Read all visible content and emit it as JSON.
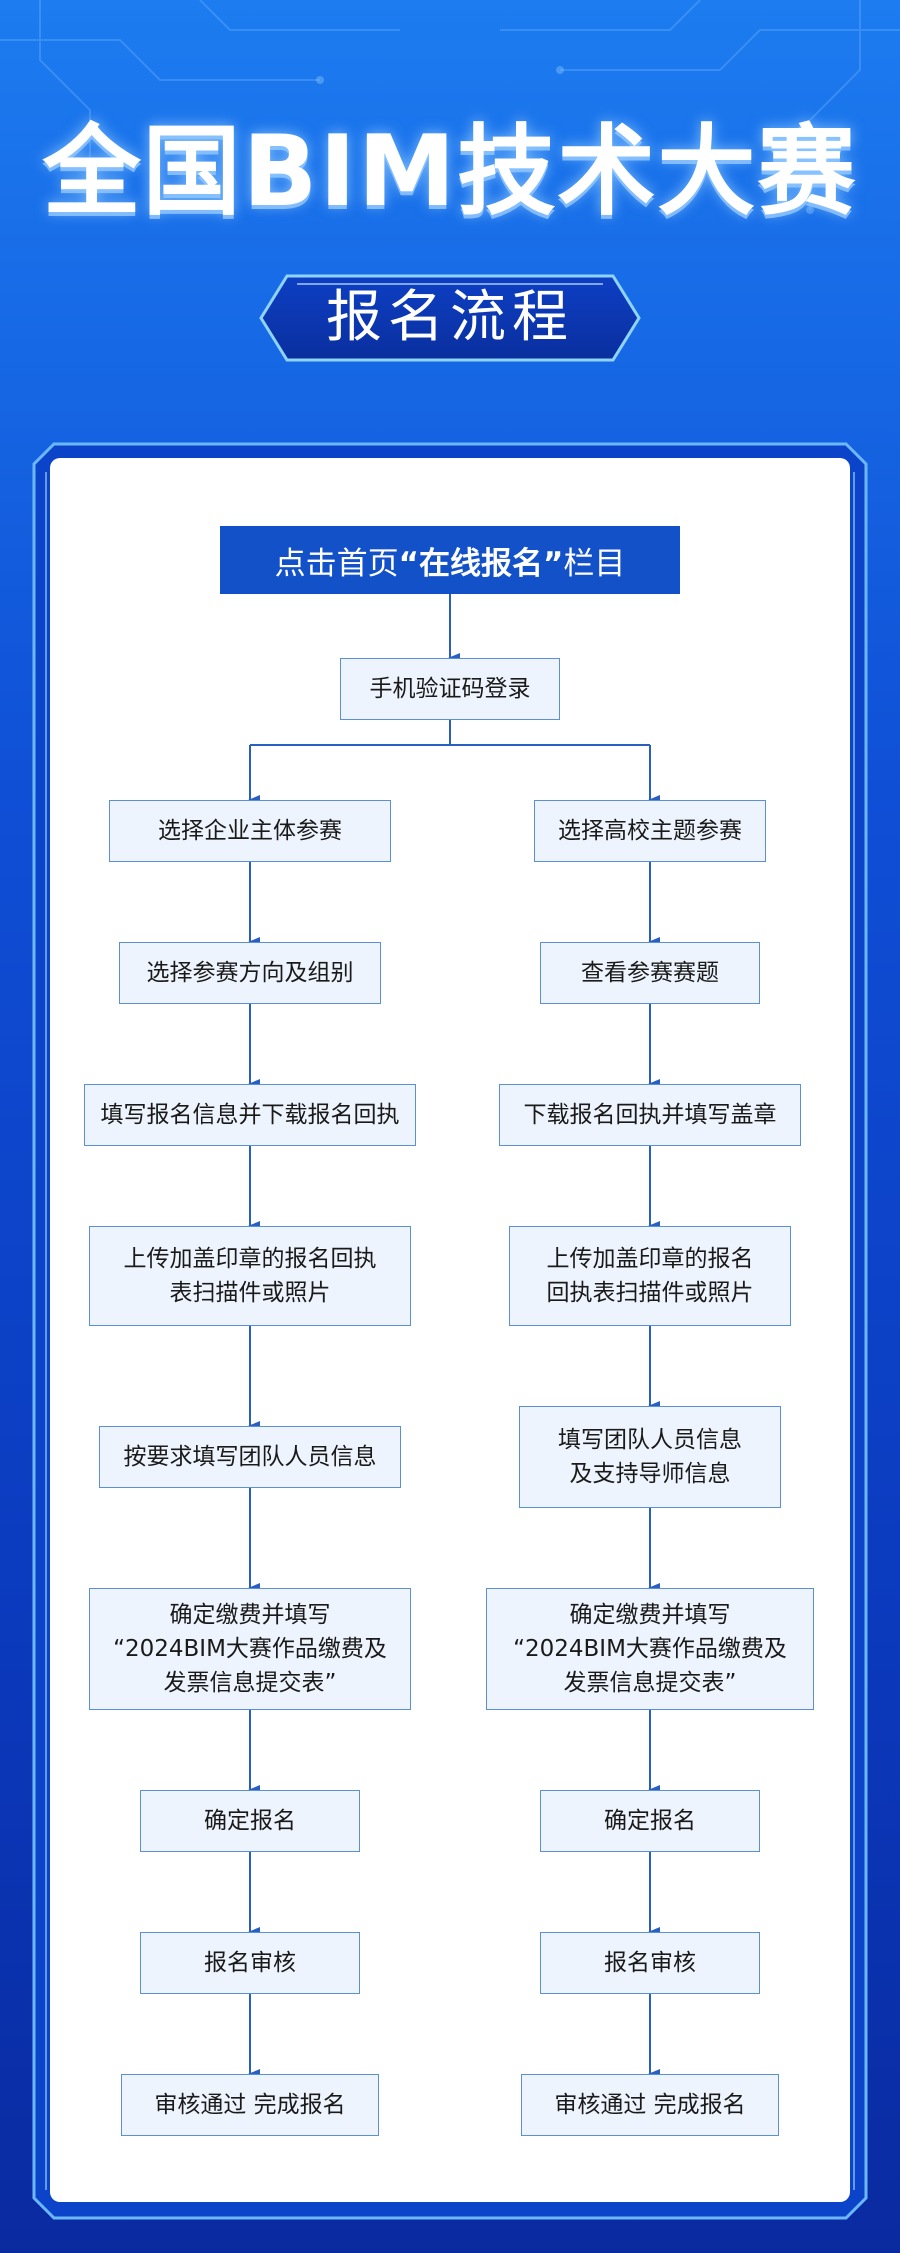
{
  "header": {
    "title": "全国BIM技术大赛",
    "subtitle": "报名流程"
  },
  "flow": {
    "start": {
      "prefix": "点击首页",
      "highlight": "“在线报名”",
      "suffix": "栏目"
    },
    "login": "手机验证码登录",
    "left": {
      "steps": [
        "选择企业主体参赛",
        "选择参赛方向及组别",
        "填写报名信息并下载报名回执",
        "上传加盖印章的报名回执\n表扫描件或照片",
        "按要求填写团队人员信息",
        "确定缴费并填写\n“2024BIM大赛作品缴费及\n发票信息提交表”",
        "确定报名",
        "报名审核",
        "审核通过 完成报名"
      ]
    },
    "right": {
      "steps": [
        "选择高校主题参赛",
        "查看参赛赛题",
        "下载报名回执并填写盖章",
        "上传加盖印章的报名\n回执表扫描件或照片",
        "填写团队人员信息\n及支持导师信息",
        "确定缴费并填写\n“2024BIM大赛作品缴费及\n发票信息提交表”",
        "确定报名",
        "报名审核",
        "审核通过 完成报名"
      ]
    }
  },
  "colors": {
    "background_top": "#1d7cf0",
    "background_bottom": "#0a2aa0",
    "start_box": "#1351c9",
    "box_fill": "#eef4fd",
    "box_border": "#5b8fd6",
    "arrow": "#2a5fc2"
  }
}
